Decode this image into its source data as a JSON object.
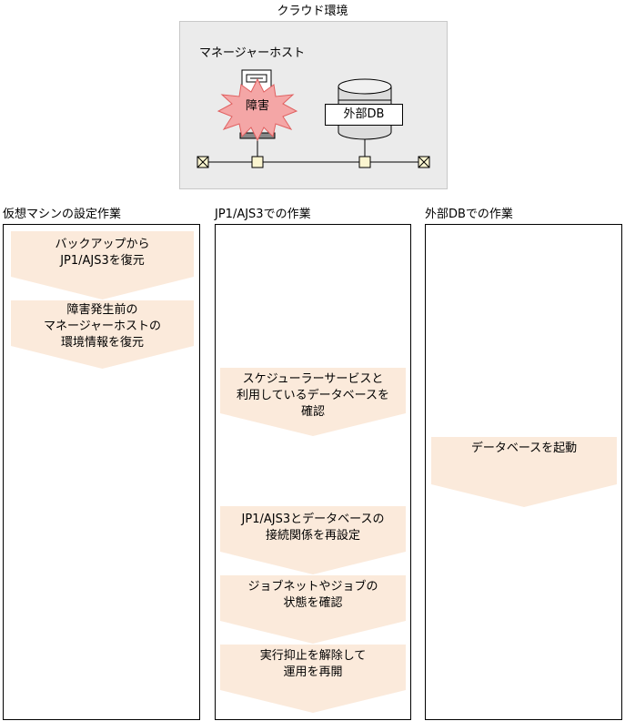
{
  "cloud": {
    "title": "クラウド環境",
    "host_label": "マネージャーホスト",
    "failure_label": "障害",
    "external_db_label": "外部DB"
  },
  "lanes": [
    {
      "header": "仮想マシンの設定作業",
      "steps": [
        {
          "lines": [
            "バックアップから",
            "JP1/AJS3を復元"
          ]
        },
        {
          "lines": [
            "障害発生前の",
            "マネージャーホストの",
            "環境情報を復元"
          ]
        }
      ]
    },
    {
      "header": "JP1/AJS3での作業",
      "steps": [
        {
          "lines": [
            "スケジューラーサービスと",
            "利用しているデータベースを",
            "確認"
          ]
        },
        {
          "lines": [
            "JP1/AJS3とデータベースの",
            "接続関係を再設定"
          ]
        },
        {
          "lines": [
            "ジョブネットやジョブの",
            "状態を確認"
          ]
        },
        {
          "lines": [
            "実行抑止を解除して",
            "運用を再開"
          ]
        }
      ]
    },
    {
      "header": "外部DBでの作業",
      "steps": [
        {
          "lines": [
            "データベースを起動"
          ]
        }
      ]
    }
  ],
  "colors": {
    "step_fill": "#fbeadb",
    "burst_fill": "#f4a6a6",
    "node_fill": "#fbf5d0",
    "cloud_fill": "#ebebeb"
  }
}
